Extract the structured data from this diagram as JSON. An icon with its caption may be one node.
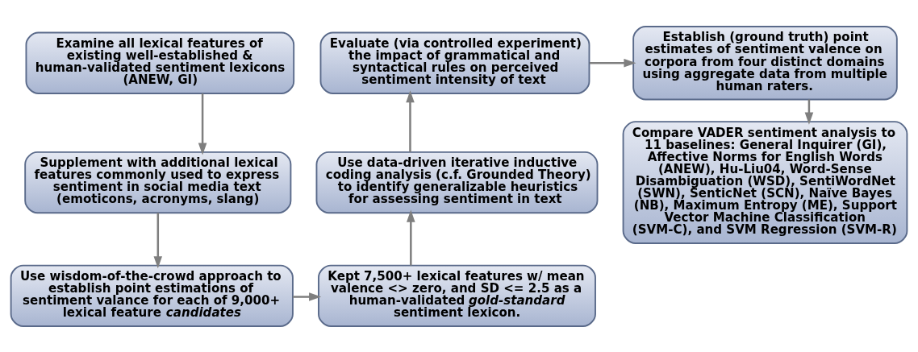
{
  "diagram": {
    "nodes": [
      {
        "text": [
          "Examine all lexical features of existing well-established & human-validated sentiment lexicons (ANEW, GI)"
        ]
      },
      {
        "text": [
          "Supplement with additional lexical features commonly used to express sentiment in social media text (emoticons, acronyms, slang)"
        ]
      },
      {
        "text": [
          "Use wisdom-of-the-crowd approach to establish point estimations of sentiment valance for each of 9,000+ lexical feature *candidates*"
        ]
      },
      {
        "text": [
          "Kept 7,500+ lexical features w/ mean valence <> zero, and SD <= 2.5 as a human-validated *gold-standard* sentiment lexicon."
        ]
      },
      {
        "text": [
          "Use data-driven iterative inductive coding analysis (c.f. Grounded Theory) to identify generalizable heuristics for assessing sentiment in text"
        ]
      },
      {
        "text": [
          "Evaluate (via controlled experiment) the impact of grammatical and syntactical rules on perceived sentiment intensity of text"
        ]
      },
      {
        "text": [
          "Establish (ground truth) point estimates of sentiment valence on corpora from four distinct domains using aggregate data from multiple human raters."
        ]
      },
      {
        "text": [
          "Compare VADER sentiment analysis to 11 baselines: General Inquirer (GI), Affective Norms for English Words (ANEW), Hu-Liu04, Word-Sense Disambiguation (WSD), SentiWordNet (SWN), SenticNet (SCN), Naïve Bayes (NB), Maximum Entropy (ME), Support Vector Machine Classification (SVM-C), and SVM Regression (SVM-R)"
        ]
      }
    ],
    "edges": [
      {
        "from": 0,
        "to": 1,
        "arrow": "to"
      },
      {
        "from": 1,
        "to": 2,
        "arrow": "to"
      },
      {
        "from": 2,
        "to": 3,
        "arrow": "to"
      },
      {
        "from": 3,
        "to": 4,
        "arrow": "to"
      },
      {
        "from": 4,
        "to": 5,
        "arrow": "to"
      },
      {
        "from": 5,
        "to": 6,
        "arrow": "to"
      },
      {
        "from": 6,
        "to": 7,
        "arrow": "to"
      }
    ]
  }
}
